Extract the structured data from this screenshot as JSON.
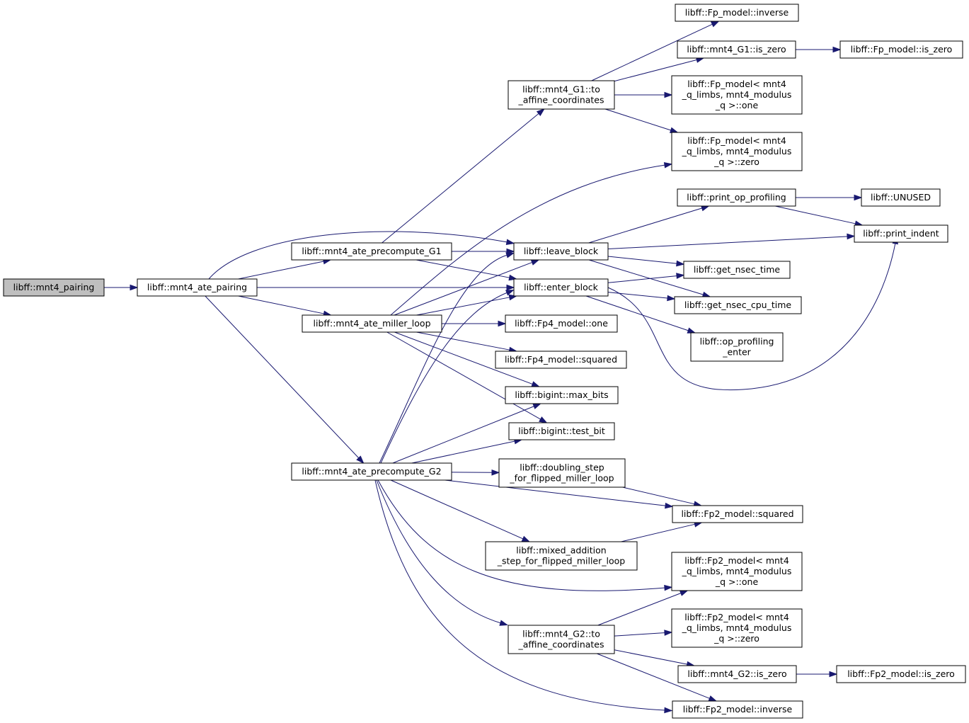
{
  "colors": {
    "edge": "#191970",
    "root_fill": "#bfbfbf",
    "node_fill": "#ffffff",
    "node_border": "#000000"
  },
  "nodes": {
    "mnt4_pairing": {
      "lines": [
        "libff::mnt4_pairing"
      ],
      "root": true
    },
    "ate_pairing": {
      "lines": [
        "libff::mnt4_ate_pairing"
      ]
    },
    "precompute_G1": {
      "lines": [
        "libff::mnt4_ate_precompute_G1"
      ]
    },
    "miller_loop": {
      "lines": [
        "libff::mnt4_ate_miller_loop"
      ]
    },
    "precompute_G2": {
      "lines": [
        "libff::mnt4_ate_precompute_G2"
      ]
    },
    "g1_to_affine": {
      "lines": [
        "libff::mnt4_G1::to",
        "_affine_coordinates"
      ]
    },
    "leave_block": {
      "lines": [
        "libff::leave_block"
      ]
    },
    "enter_block": {
      "lines": [
        "libff::enter_block"
      ]
    },
    "fp4_one": {
      "lines": [
        "libff::Fp4_model::one"
      ]
    },
    "fp4_squared": {
      "lines": [
        "libff::Fp4_model::squared"
      ]
    },
    "max_bits": {
      "lines": [
        "libff::bigint::max_bits"
      ]
    },
    "test_bit": {
      "lines": [
        "libff::bigint::test_bit"
      ]
    },
    "doubling_step": {
      "lines": [
        "libff::doubling_step",
        "_for_flipped_miller_loop"
      ]
    },
    "mixed_addition": {
      "lines": [
        "libff::mixed_addition",
        "_step_for_flipped_miller_loop"
      ]
    },
    "g2_to_affine": {
      "lines": [
        "libff::mnt4_G2::to",
        "_affine_coordinates"
      ]
    },
    "fp_inverse": {
      "lines": [
        "libff::Fp_model::inverse"
      ]
    },
    "g1_is_zero": {
      "lines": [
        "libff::mnt4_G1::is_zero"
      ]
    },
    "fp_one": {
      "lines": [
        "libff::Fp_model< mnt4",
        "_q_limbs, mnt4_modulus",
        "_q >::one"
      ]
    },
    "fp_zero": {
      "lines": [
        "libff::Fp_model< mnt4",
        "_q_limbs, mnt4_modulus",
        "_q >::zero"
      ]
    },
    "print_op_profiling": {
      "lines": [
        "libff::print_op_profiling"
      ]
    },
    "get_nsec_time": {
      "lines": [
        "libff::get_nsec_time"
      ]
    },
    "get_nsec_cpu_time": {
      "lines": [
        "libff::get_nsec_cpu_time"
      ]
    },
    "op_profiling_enter": {
      "lines": [
        "libff::op_profiling",
        "_enter"
      ]
    },
    "fp2_squared": {
      "lines": [
        "libff::Fp2_model::squared"
      ]
    },
    "fp2_one": {
      "lines": [
        "libff::Fp2_model< mnt4",
        "_q_limbs, mnt4_modulus",
        "_q >::one"
      ]
    },
    "fp2_zero": {
      "lines": [
        "libff::Fp2_model< mnt4",
        "_q_limbs, mnt4_modulus",
        "_q >::zero"
      ]
    },
    "g2_is_zero": {
      "lines": [
        "libff::mnt4_G2::is_zero"
      ]
    },
    "fp2_inverse": {
      "lines": [
        "libff::Fp2_model::inverse"
      ]
    },
    "fp_is_zero": {
      "lines": [
        "libff::Fp_model::is_zero"
      ]
    },
    "unused": {
      "lines": [
        "libff::UNUSED"
      ]
    },
    "print_indent": {
      "lines": [
        "libff::print_indent"
      ]
    },
    "fp2_is_zero": {
      "lines": [
        "libff::Fp2_model::is_zero"
      ]
    }
  },
  "edges": [
    [
      "mnt4_pairing",
      "ate_pairing"
    ],
    [
      "ate_pairing",
      "precompute_G1"
    ],
    [
      "ate_pairing",
      "leave_block"
    ],
    [
      "ate_pairing",
      "enter_block"
    ],
    [
      "ate_pairing",
      "miller_loop"
    ],
    [
      "ate_pairing",
      "precompute_G2"
    ],
    [
      "precompute_G1",
      "g1_to_affine"
    ],
    [
      "precompute_G1",
      "leave_block"
    ],
    [
      "precompute_G1",
      "enter_block"
    ],
    [
      "miller_loop",
      "fp_zero"
    ],
    [
      "miller_loop",
      "leave_block"
    ],
    [
      "miller_loop",
      "enter_block"
    ],
    [
      "miller_loop",
      "fp4_one"
    ],
    [
      "miller_loop",
      "fp4_squared"
    ],
    [
      "miller_loop",
      "max_bits"
    ],
    [
      "miller_loop",
      "test_bit"
    ],
    [
      "precompute_G2",
      "leave_block"
    ],
    [
      "precompute_G2",
      "enter_block"
    ],
    [
      "precompute_G2",
      "max_bits"
    ],
    [
      "precompute_G2",
      "test_bit"
    ],
    [
      "precompute_G2",
      "doubling_step"
    ],
    [
      "precompute_G2",
      "fp2_squared"
    ],
    [
      "precompute_G2",
      "mixed_addition"
    ],
    [
      "precompute_G2",
      "fp2_one"
    ],
    [
      "precompute_G2",
      "g2_to_affine"
    ],
    [
      "precompute_G2",
      "fp2_inverse"
    ],
    [
      "g1_to_affine",
      "fp_inverse"
    ],
    [
      "g1_to_affine",
      "g1_is_zero"
    ],
    [
      "g1_to_affine",
      "fp_one"
    ],
    [
      "g1_to_affine",
      "fp_zero"
    ],
    [
      "g1_is_zero",
      "fp_is_zero"
    ],
    [
      "leave_block",
      "print_op_profiling"
    ],
    [
      "leave_block",
      "print_indent"
    ],
    [
      "leave_block",
      "get_nsec_time"
    ],
    [
      "leave_block",
      "get_nsec_cpu_time"
    ],
    [
      "enter_block",
      "get_nsec_time"
    ],
    [
      "enter_block",
      "get_nsec_cpu_time"
    ],
    [
      "enter_block",
      "op_profiling_enter"
    ],
    [
      "enter_block",
      "print_indent"
    ],
    [
      "print_op_profiling",
      "unused"
    ],
    [
      "print_op_profiling",
      "print_indent"
    ],
    [
      "doubling_step",
      "fp2_squared"
    ],
    [
      "mixed_addition",
      "fp2_squared"
    ],
    [
      "g2_to_affine",
      "fp2_one"
    ],
    [
      "g2_to_affine",
      "fp2_zero"
    ],
    [
      "g2_to_affine",
      "g2_is_zero"
    ],
    [
      "g2_to_affine",
      "fp2_inverse"
    ],
    [
      "g2_is_zero",
      "fp2_is_zero"
    ]
  ]
}
